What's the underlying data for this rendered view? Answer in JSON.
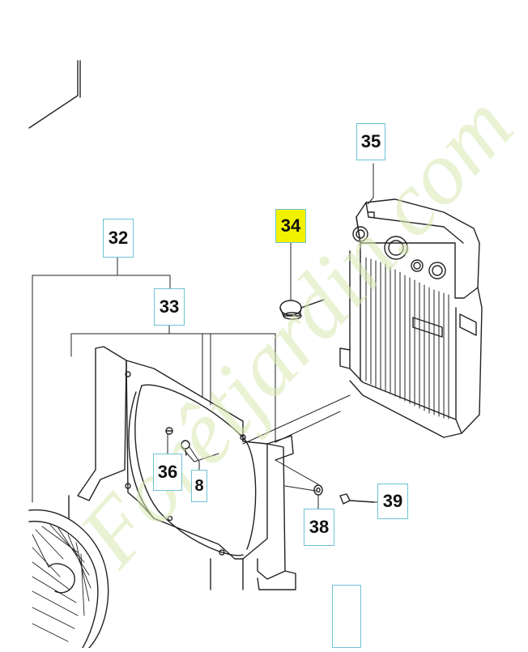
{
  "callouts": {
    "c35": "35",
    "c34": "34",
    "c32": "32",
    "c33": "33",
    "c36": "36",
    "c8": "8",
    "c38": "38",
    "c39": "39",
    "c_partial": ""
  },
  "watermark": {
    "text": "Forêtjardin.com",
    "color": "#d9e8b0"
  },
  "colors": {
    "line": "#222222",
    "callout_border": "#6fc3d6",
    "highlight": "#f2f200"
  }
}
